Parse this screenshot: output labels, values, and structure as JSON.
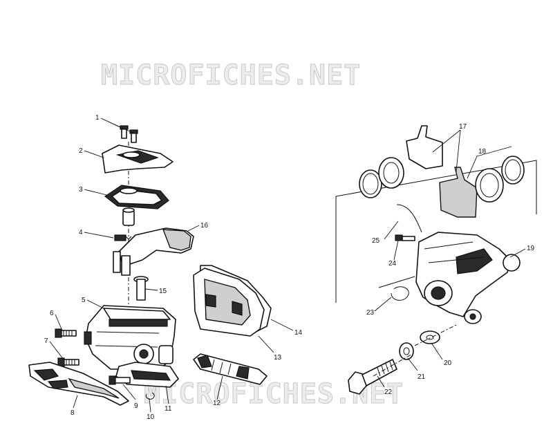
{
  "watermark": {
    "top": "MICROFICHES.NET",
    "bottom": "MICROFICHES.NET"
  },
  "callouts": [
    "1",
    "2",
    "3",
    "4",
    "5",
    "6",
    "7",
    "8",
    "9",
    "10",
    "11",
    "12",
    "13",
    "14",
    "15",
    "16",
    "17",
    "18",
    "19",
    "20",
    "21",
    "22",
    "23",
    "24",
    "25"
  ]
}
